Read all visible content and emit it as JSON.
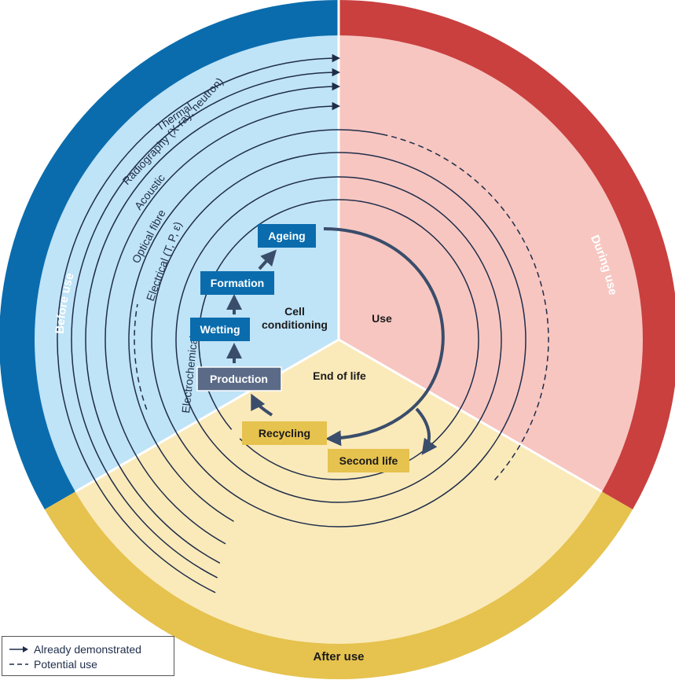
{
  "phases": {
    "before_use": {
      "label": "Before use",
      "ring_color": "#0a6cad",
      "fill_color": "#bfe3f7"
    },
    "during_use": {
      "label": "During use",
      "ring_color": "#c9403f",
      "fill_color": "#f7c6c1"
    },
    "after_use": {
      "label": "After use",
      "ring_color": "#e6c24e",
      "fill_color": "#faeab9"
    }
  },
  "methods": [
    {
      "label": "Thermal",
      "status": "demonstrated"
    },
    {
      "label": "Radiography (X-ray, neutron)",
      "status": "demonstrated"
    },
    {
      "label": "Acoustic",
      "status": "demonstrated"
    },
    {
      "label": "Optical fibre",
      "status": "demonstrated_then_potential"
    },
    {
      "label": "Electrical (T, P, ε)",
      "status": "demonstrated"
    },
    {
      "label": "Electrochemical",
      "status": "demonstrated"
    }
  ],
  "stages": {
    "production": {
      "label": "Production",
      "color": "#5b6b87"
    },
    "wetting": {
      "label": "Wetting",
      "color": "#0a6cad"
    },
    "formation": {
      "label": "Formation",
      "color": "#0a6cad"
    },
    "ageing": {
      "label": "Ageing",
      "color": "#0a6cad"
    },
    "recycling": {
      "label": "Recycling",
      "color": "#e6c24e"
    },
    "second_life": {
      "label": "Second life",
      "color": "#e6c24e"
    }
  },
  "center": {
    "cell_conditioning_line1": "Cell",
    "cell_conditioning_line2": "conditioning",
    "use": "Use",
    "end_of_life": "End of life"
  },
  "legend": {
    "demonstrated": "Already demonstrated",
    "potential": "Potential use"
  },
  "colors": {
    "arrow": "#1f2d4a",
    "flow_arrow": "#3a4d6b"
  }
}
